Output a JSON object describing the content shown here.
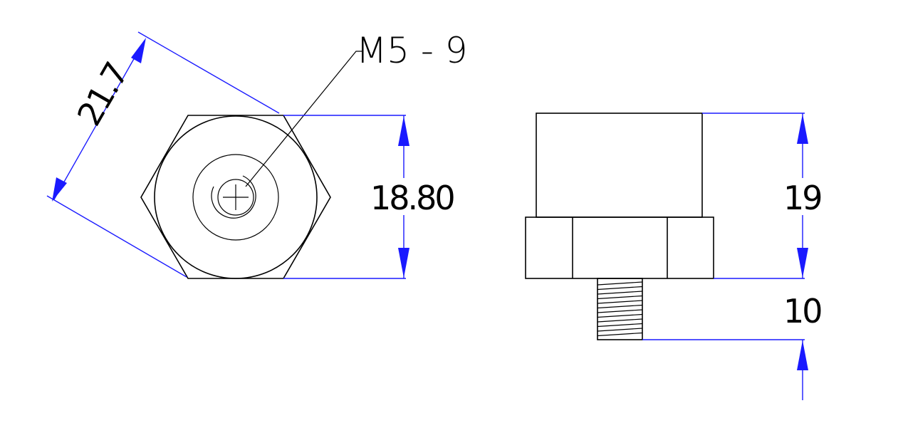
{
  "callout": {
    "thread_label": "M5 - 9"
  },
  "dimensions": {
    "across_corners": "21.7",
    "across_flats": "18.80",
    "body_height": "19",
    "thread_length": "10"
  },
  "colors": {
    "part_lines": "#000000",
    "dimension_lines": "#1a1aff",
    "background": "#ffffff"
  }
}
